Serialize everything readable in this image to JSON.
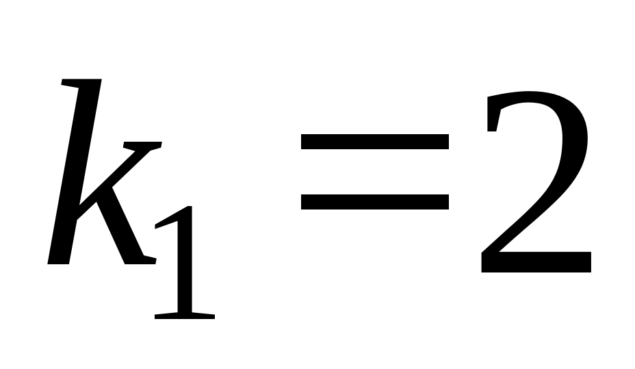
{
  "equation": {
    "variable": "k",
    "subscript": "1",
    "operator": "=",
    "value": "2"
  },
  "colors": {
    "text": "#000000",
    "background": "#ffffff"
  }
}
